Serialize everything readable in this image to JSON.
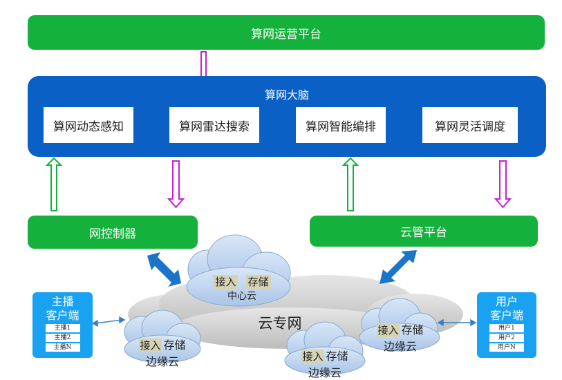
{
  "ops_platform": {
    "label": "算网运营平台"
  },
  "brain": {
    "title": "算网大脑",
    "steps": [
      {
        "label": "算网动态感知"
      },
      {
        "label": "算网雷达搜索"
      },
      {
        "label": "算网智能编排"
      },
      {
        "label": "算网灵活调度"
      }
    ]
  },
  "network_controller": {
    "label": "网控制器"
  },
  "cloud_platform": {
    "label": "云管平台"
  },
  "cloud_network": {
    "label": "云专网"
  },
  "center_cloud": {
    "access": "接入",
    "storage": "存储",
    "label": "中心云"
  },
  "edge_clouds": [
    {
      "access": "接入",
      "storage": "存储",
      "label": "边缘云"
    },
    {
      "access": "接入",
      "storage": "存储",
      "label": "边缘云"
    },
    {
      "access": "接入",
      "storage": "存储",
      "label": "边缘云"
    }
  ],
  "anchor_client": {
    "title_line1": "主播",
    "title_line2": "客户端",
    "items": [
      "主播1",
      "主播2",
      "主播N"
    ]
  },
  "user_client": {
    "title_line1": "用户",
    "title_line2": "客户端",
    "items": [
      "用户1",
      "用户2",
      "用户N"
    ]
  },
  "colors": {
    "green": "#14b23c",
    "blue": "#0b60c5",
    "magenta": "#c81ed8",
    "cyan": "#1aa2f2",
    "cloud_blue": "#b9d2ee",
    "cloud_gray": "#cfcfcf"
  }
}
